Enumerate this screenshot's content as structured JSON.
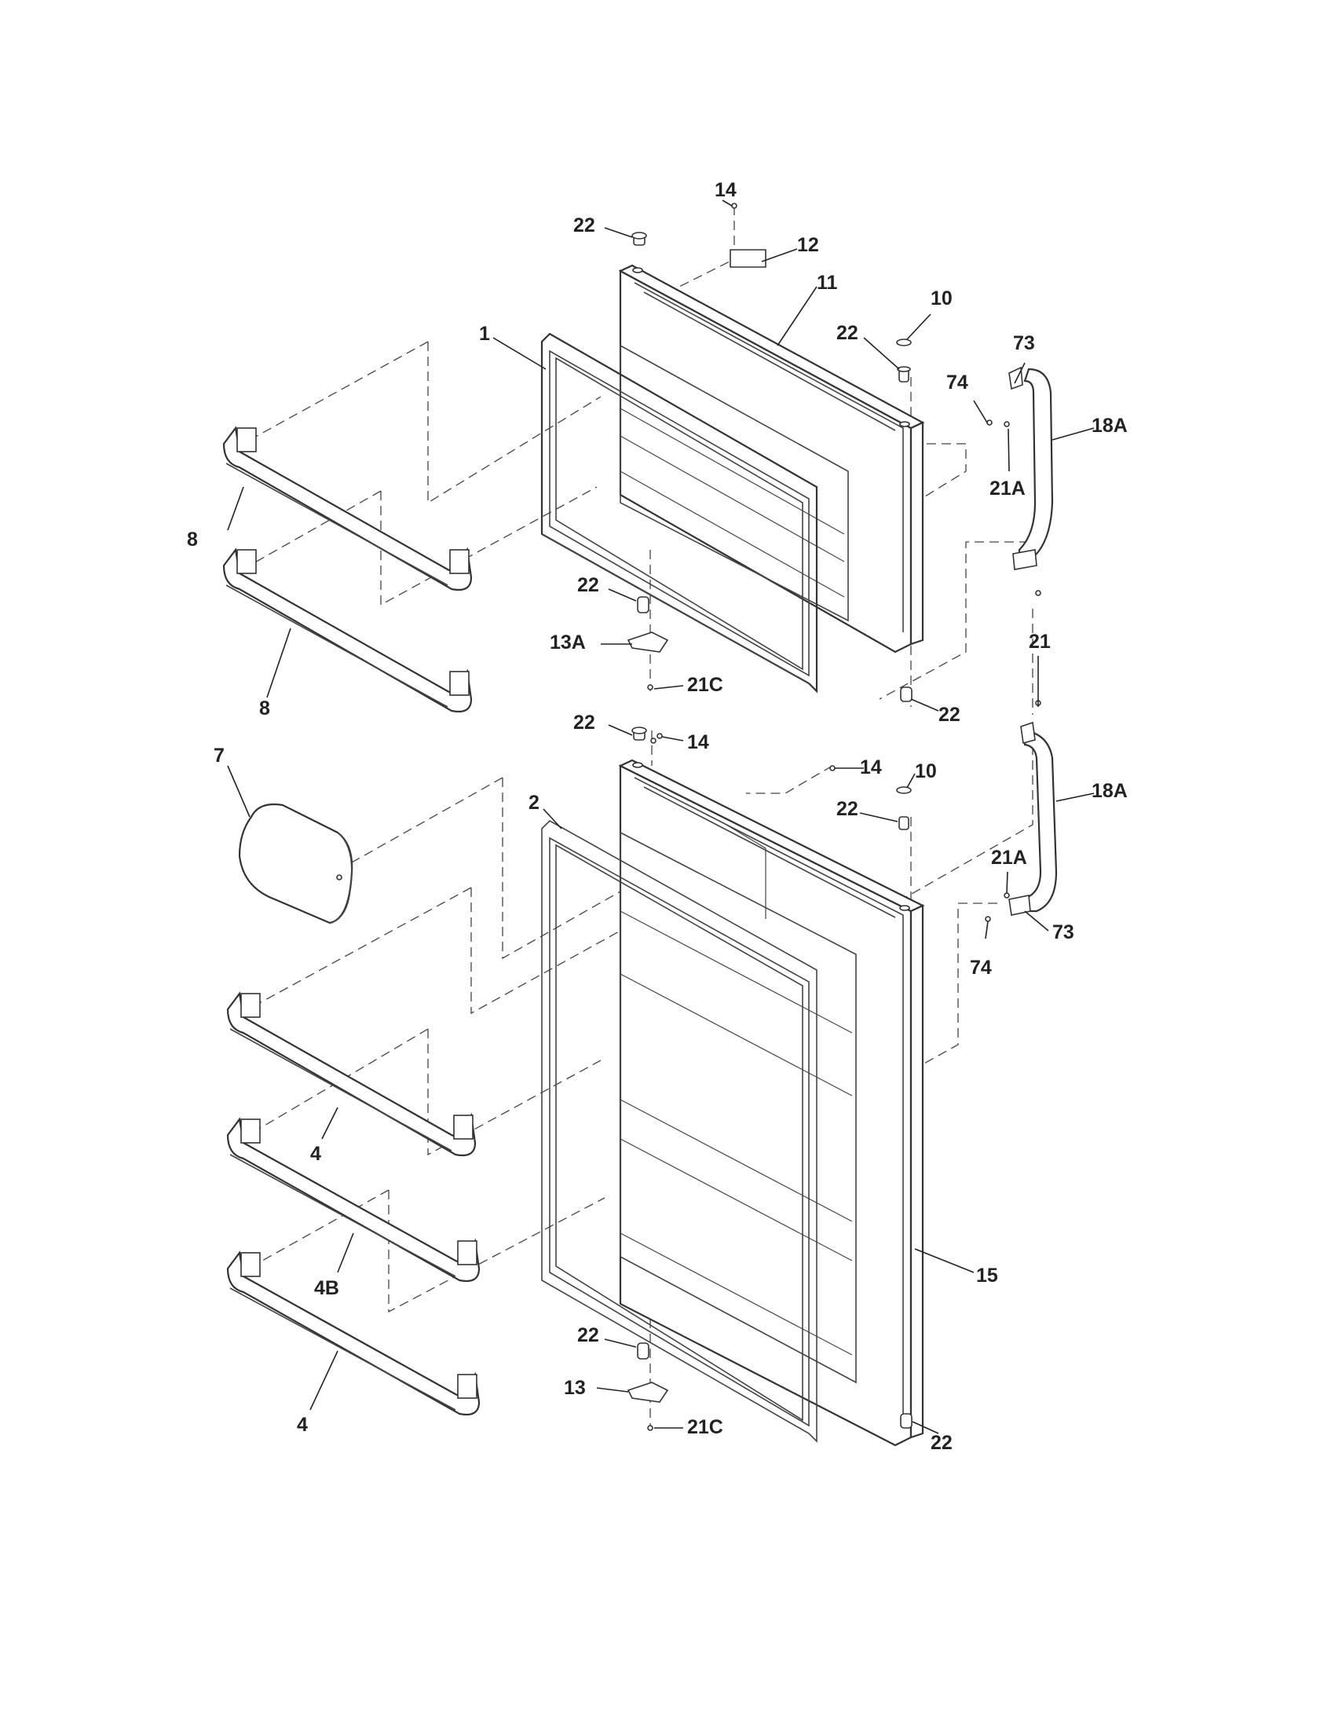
{
  "callouts": [
    {
      "id": "c14-top",
      "text": "14"
    },
    {
      "id": "c22-top",
      "text": "22"
    },
    {
      "id": "c12",
      "text": "12"
    },
    {
      "id": "c11",
      "text": "11"
    },
    {
      "id": "c10-top",
      "text": "10"
    },
    {
      "id": "c22-hinge-top",
      "text": "22"
    },
    {
      "id": "c73-top",
      "text": "73"
    },
    {
      "id": "c74-top",
      "text": "74"
    },
    {
      "id": "c18A-top",
      "text": "18A"
    },
    {
      "id": "c21A-top",
      "text": "21A"
    },
    {
      "id": "c1",
      "text": "1"
    },
    {
      "id": "c8-a",
      "text": "8"
    },
    {
      "id": "c8-b",
      "text": "8"
    },
    {
      "id": "c22-fz-bottom",
      "text": "22"
    },
    {
      "id": "c13A",
      "text": "13A"
    },
    {
      "id": "c21C-top",
      "text": "21C"
    },
    {
      "id": "c22-fz-right",
      "text": "22"
    },
    {
      "id": "c21",
      "text": "21"
    },
    {
      "id": "c22-ff-top",
      "text": "22"
    },
    {
      "id": "c14-mid",
      "text": "14"
    },
    {
      "id": "c14-mid2",
      "text": "14"
    },
    {
      "id": "c10-mid",
      "text": "10"
    },
    {
      "id": "c22-ff-hinge",
      "text": "22"
    },
    {
      "id": "c18A-bottom",
      "text": "18A"
    },
    {
      "id": "c21A-bottom",
      "text": "21A"
    },
    {
      "id": "c73-bottom",
      "text": "73"
    },
    {
      "id": "c74-bottom",
      "text": "74"
    },
    {
      "id": "c7",
      "text": "7"
    },
    {
      "id": "c2",
      "text": "2"
    },
    {
      "id": "c4-a",
      "text": "4"
    },
    {
      "id": "c4B",
      "text": "4B"
    },
    {
      "id": "c4-b",
      "text": "4"
    },
    {
      "id": "c15",
      "text": "15"
    },
    {
      "id": "c22-ff-bottom",
      "text": "22"
    },
    {
      "id": "c13",
      "text": "13"
    },
    {
      "id": "c21C-bottom",
      "text": "21C"
    },
    {
      "id": "c22-ff-right",
      "text": "22"
    }
  ]
}
